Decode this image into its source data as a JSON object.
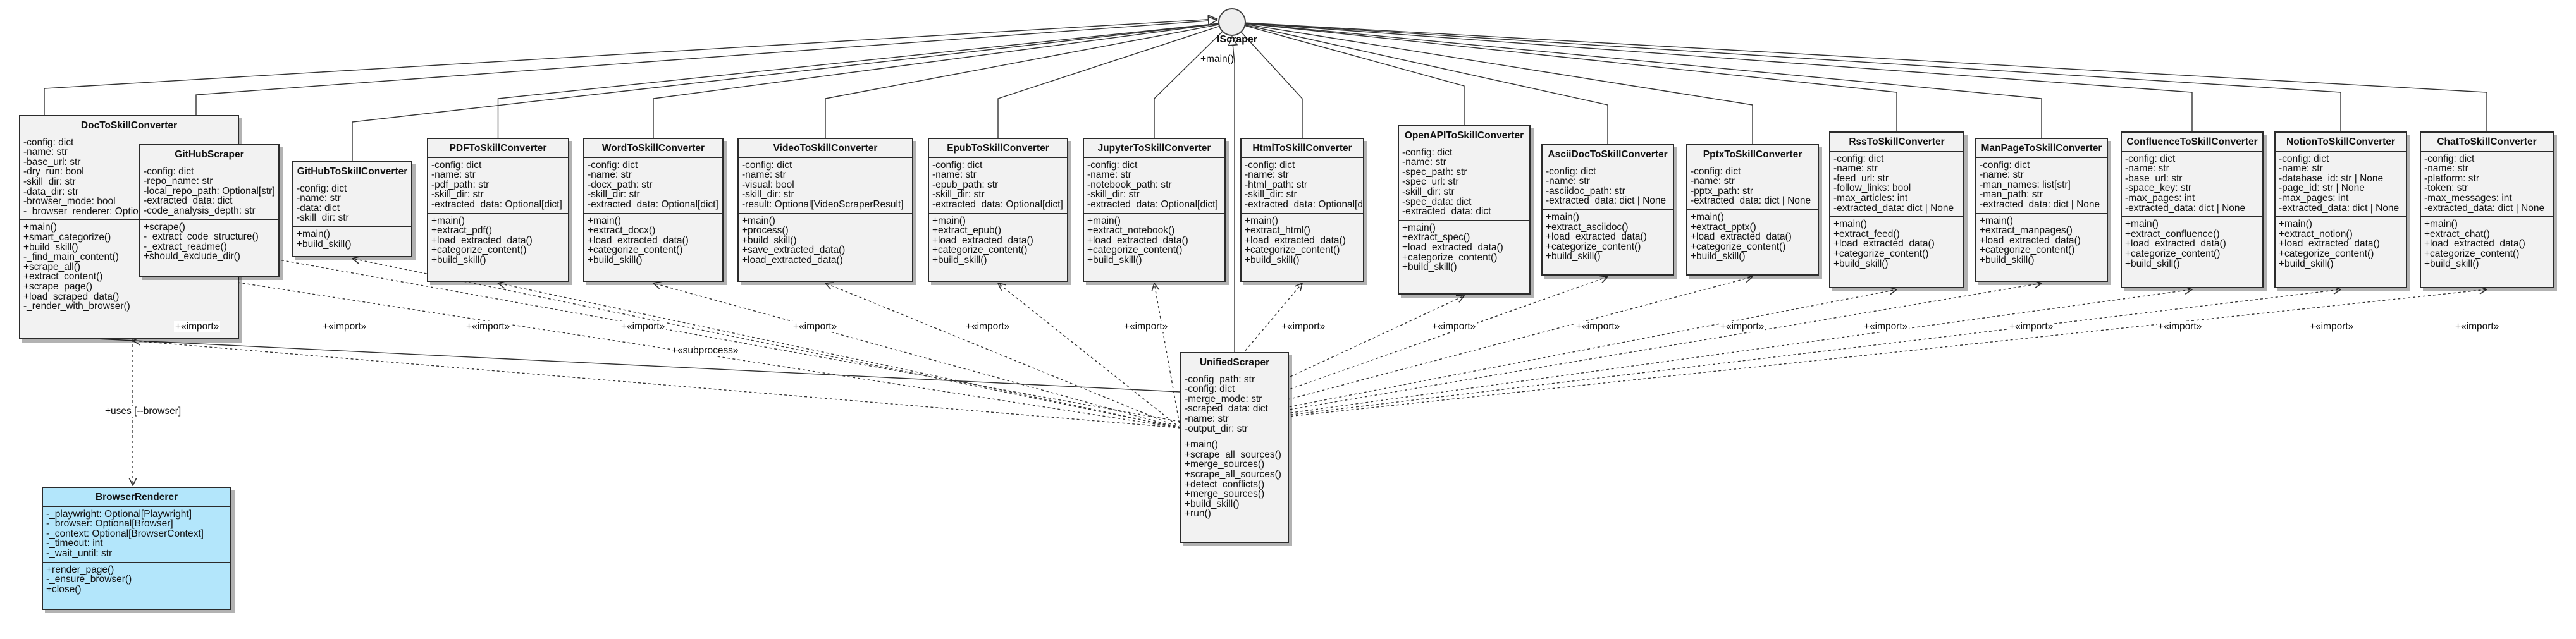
{
  "interface": {
    "name": "IScraper",
    "operation": "+main()"
  },
  "classes": [
    {
      "id": "doc",
      "name": "DocToSkillConverter",
      "attributes": [
        "-config: dict",
        "-name: str",
        "-base_url: str",
        "-dry_run: bool",
        "-skill_dir: str",
        "-data_dir: str",
        "-browser_mode: bool",
        "-_browser_renderer: Optional"
      ],
      "methods": [
        "+main()",
        "+smart_categorize()",
        "+build_skill()",
        "-_find_main_content()",
        "+scrape_all()",
        "+extract_content()",
        "+scrape_page()",
        "+load_scraped_data()",
        "-_render_with_browser()"
      ]
    },
    {
      "id": "ghscraper",
      "name": "GitHubScraper",
      "attributes": [
        "-config: dict",
        "-repo_name: str",
        "-local_repo_path: Optional[str]",
        "-extracted_data: dict",
        "-code_analysis_depth: str"
      ],
      "methods": [
        "+scrape()",
        "-_extract_code_structure()",
        "-_extract_readme()",
        "+should_exclude_dir()"
      ]
    },
    {
      "id": "gh",
      "name": "GitHubToSkillConverter",
      "attributes": [
        "-config: dict",
        "-name: str",
        "-data: dict",
        "-skill_dir: str"
      ],
      "methods": [
        "+main()",
        "+build_skill()"
      ]
    },
    {
      "id": "pdf",
      "name": "PDFToSkillConverter",
      "attributes": [
        "-config: dict",
        "-name: str",
        "-pdf_path: str",
        "-skill_dir: str",
        "-extracted_data: Optional[dict]"
      ],
      "methods": [
        "+main()",
        "+extract_pdf()",
        "+load_extracted_data()",
        "+categorize_content()",
        "+build_skill()"
      ]
    },
    {
      "id": "word",
      "name": "WordToSkillConverter",
      "attributes": [
        "-config: dict",
        "-name: str",
        "-docx_path: str",
        "-skill_dir: str",
        "-extracted_data: Optional[dict]"
      ],
      "methods": [
        "+main()",
        "+extract_docx()",
        "+load_extracted_data()",
        "+categorize_content()",
        "+build_skill()"
      ]
    },
    {
      "id": "video",
      "name": "VideoToSkillConverter",
      "attributes": [
        "-config: dict",
        "-name: str",
        "-visual: bool",
        "-skill_dir: str",
        "-result: Optional[VideoScraperResult]"
      ],
      "methods": [
        "+main()",
        "+process()",
        "+build_skill()",
        "+save_extracted_data()",
        "+load_extracted_data()"
      ]
    },
    {
      "id": "epub",
      "name": "EpubToSkillConverter",
      "attributes": [
        "-config: dict",
        "-name: str",
        "-epub_path: str",
        "-skill_dir: str",
        "-extracted_data: Optional[dict]"
      ],
      "methods": [
        "+main()",
        "+extract_epub()",
        "+load_extracted_data()",
        "+categorize_content()",
        "+build_skill()"
      ]
    },
    {
      "id": "jupyter",
      "name": "JupyterToSkillConverter",
      "attributes": [
        "-config: dict",
        "-name: str",
        "-notebook_path: str",
        "-skill_dir: str",
        "-extracted_data: Optional[dict]"
      ],
      "methods": [
        "+main()",
        "+extract_notebook()",
        "+load_extracted_data()",
        "+categorize_content()",
        "+build_skill()"
      ]
    },
    {
      "id": "html",
      "name": "HtmlToSkillConverter",
      "attributes": [
        "-config: dict",
        "-name: str",
        "-html_path: str",
        "-skill_dir: str",
        "-extracted_data: Optional[dict]"
      ],
      "methods": [
        "+main()",
        "+extract_html()",
        "+load_extracted_data()",
        "+categorize_content()",
        "+build_skill()"
      ]
    },
    {
      "id": "openapi",
      "name": "OpenAPIToSkillConverter",
      "attributes": [
        "-config: dict",
        "-name: str",
        "-spec_path: str",
        "-spec_url: str",
        "-skill_dir: str",
        "-spec_data: dict",
        "-extracted_data: dict"
      ],
      "methods": [
        "+main()",
        "+extract_spec()",
        "+load_extracted_data()",
        "+categorize_content()",
        "+build_skill()"
      ]
    },
    {
      "id": "ascii",
      "name": "AsciiDocToSkillConverter",
      "attributes": [
        "-config: dict",
        "-name: str",
        "-asciidoc_path: str",
        "-extracted_data: dict | None"
      ],
      "methods": [
        "+main()",
        "+extract_asciidoc()",
        "+load_extracted_data()",
        "+categorize_content()",
        "+build_skill()"
      ]
    },
    {
      "id": "pptx",
      "name": "PptxToSkillConverter",
      "attributes": [
        "-config: dict",
        "-name: str",
        "-pptx_path: str",
        "-extracted_data: dict | None"
      ],
      "methods": [
        "+main()",
        "+extract_pptx()",
        "+load_extracted_data()",
        "+categorize_content()",
        "+build_skill()"
      ]
    },
    {
      "id": "rss",
      "name": "RssToSkillConverter",
      "attributes": [
        "-config: dict",
        "-name: str",
        "-feed_url: str",
        "-follow_links: bool",
        "-max_articles: int",
        "-extracted_data: dict | None"
      ],
      "methods": [
        "+main()",
        "+extract_feed()",
        "+load_extracted_data()",
        "+categorize_content()",
        "+build_skill()"
      ]
    },
    {
      "id": "man",
      "name": "ManPageToSkillConverter",
      "attributes": [
        "-config: dict",
        "-name: str",
        "-man_names: list[str]",
        "-man_path: str",
        "-extracted_data: dict | None"
      ],
      "methods": [
        "+main()",
        "+extract_manpages()",
        "+load_extracted_data()",
        "+categorize_content()",
        "+build_skill()"
      ]
    },
    {
      "id": "confluence",
      "name": "ConfluenceToSkillConverter",
      "attributes": [
        "-config: dict",
        "-name: str",
        "-base_url: str",
        "-space_key: str",
        "-max_pages: int",
        "-extracted_data: dict | None"
      ],
      "methods": [
        "+main()",
        "+extract_confluence()",
        "+load_extracted_data()",
        "+categorize_content()",
        "+build_skill()"
      ]
    },
    {
      "id": "notion",
      "name": "NotionToSkillConverter",
      "attributes": [
        "-config: dict",
        "-name: str",
        "-database_id: str | None",
        "-page_id: str | None",
        "-max_pages: int",
        "-extracted_data: dict | None"
      ],
      "methods": [
        "+main()",
        "+extract_notion()",
        "+load_extracted_data()",
        "+categorize_content()",
        "+build_skill()"
      ]
    },
    {
      "id": "chat",
      "name": "ChatToSkillConverter",
      "attributes": [
        "-config: dict",
        "-name: str",
        "-platform: str",
        "-token: str",
        "-max_messages: int",
        "-extracted_data: dict | None"
      ],
      "methods": [
        "+main()",
        "+extract_chat()",
        "+load_extracted_data()",
        "+categorize_content()",
        "+build_skill()"
      ]
    },
    {
      "id": "unified",
      "name": "UnifiedScraper",
      "attributes": [
        "-config_path: str",
        "-config: dict",
        "-merge_mode: str",
        "-scraped_data: dict",
        "-name: str",
        "-output_dir: str"
      ],
      "methods": [
        "+main()",
        "+scrape_all_sources()",
        "+merge_sources()",
        "+scrape_all_sources()",
        "+detect_conflicts()",
        "+merge_sources()",
        "+build_skill()",
        "+run()"
      ]
    },
    {
      "id": "browser",
      "name": "BrowserRenderer",
      "attributes": [
        "-_playwright: Optional[Playwright]",
        "-_browser: Optional[Browser]",
        "-_context: Optional[BrowserContext]",
        "-_timeout: int",
        "-_wait_until: str"
      ],
      "methods": [
        "+render_page()",
        "-_ensure_browser()",
        "+close()"
      ]
    }
  ],
  "relations": {
    "import": "+«import»",
    "subprocess": "+«subprocess»",
    "uses": "+uses [--browser]"
  }
}
